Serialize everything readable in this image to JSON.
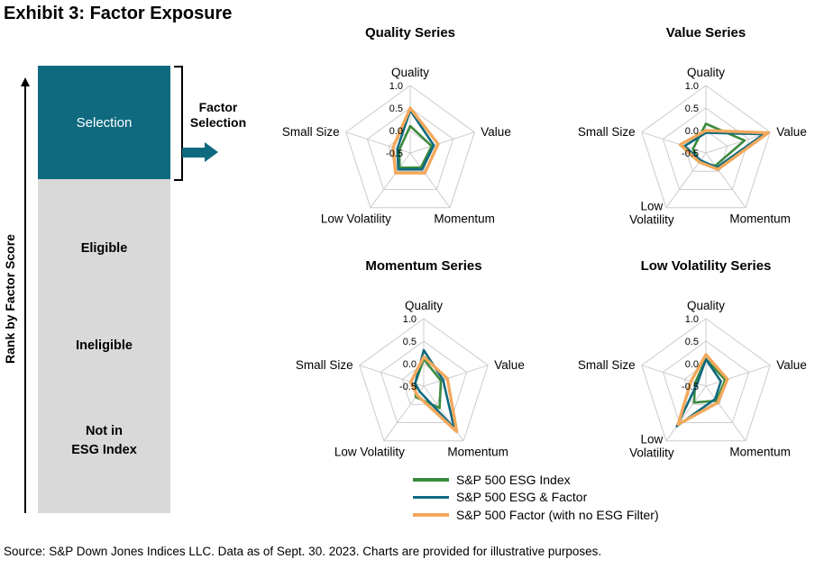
{
  "title": "Exhibit 3: Factor Exposure",
  "source": "Source: S&P Down Jones Indices LLC. Data as of Sept. 30. 2023. Charts are provided for illustrative purposes.",
  "funnel": {
    "axis_label": "Rank by Factor Score",
    "callout": "Factor\nSelection",
    "selection_color": "#0f6a80",
    "gray_color": "#d9d9d9",
    "sections": [
      {
        "label": "Selection"
      },
      {
        "label": "Eligible"
      },
      {
        "label": "Ineligible"
      },
      {
        "label": "Not in\nESG Index"
      }
    ]
  },
  "legend": {
    "items": [
      {
        "label": "S&P 500 ESG Index",
        "color": "#3a8a3c"
      },
      {
        "label": "S&P 500 ESG & Factor",
        "color": "#0f6a80"
      },
      {
        "label": "S&P 500 Factor (with no ESG Filter)",
        "color": "#f2a85c"
      }
    ]
  },
  "chart_data": [
    {
      "type": "radar",
      "title": "Quality Series",
      "axes": [
        "Quality",
        "Value",
        "Momentum",
        "Low Volatility",
        "Small Size"
      ],
      "ticks": [
        1.0,
        0.5,
        0.0,
        -0.5
      ],
      "range": [
        -0.5,
        1.0
      ],
      "grid": true,
      "series": [
        {
          "name": "S&P 500 ESG Index",
          "color": "#3a8a3c",
          "values": [
            0.1,
            0.0,
            -0.1,
            -0.1,
            -0.25
          ]
        },
        {
          "name": "S&P 500 ESG & Factor",
          "color": "#0f6a80",
          "values": [
            0.45,
            0.05,
            -0.05,
            -0.05,
            -0.2
          ]
        },
        {
          "name": "S&P 500 Factor (with no ESG Filter)",
          "color": "#f2a85c",
          "values": [
            0.5,
            0.15,
            0.05,
            0.05,
            -0.1
          ]
        }
      ]
    },
    {
      "type": "radar",
      "title": "Value Series",
      "axes": [
        "Quality",
        "Value",
        "Momentum",
        "Low\nVolatility",
        "Small Size"
      ],
      "ticks": [
        1.0,
        0.5,
        0.0,
        -0.5
      ],
      "range": [
        -0.5,
        1.0
      ],
      "grid": true,
      "series": [
        {
          "name": "S&P 500 ESG Index",
          "color": "#3a8a3c",
          "values": [
            0.15,
            0.4,
            -0.15,
            -0.25,
            -0.2
          ]
        },
        {
          "name": "S&P 500 ESG & Factor",
          "color": "#0f6a80",
          "values": [
            -0.05,
            0.85,
            -0.1,
            -0.3,
            0.0
          ]
        },
        {
          "name": "S&P 500 Factor (with no ESG Filter)",
          "color": "#f2a85c",
          "values": [
            0.0,
            0.95,
            -0.05,
            -0.25,
            0.1
          ]
        }
      ]
    },
    {
      "type": "radar",
      "title": "Momentum Series",
      "axes": [
        "Quality",
        "Value",
        "Momentum",
        "Low Volatility",
        "Small Size"
      ],
      "ticks": [
        1.0,
        0.5,
        0.0,
        -0.5
      ],
      "range": [
        -0.5,
        1.0
      ],
      "grid": true,
      "series": [
        {
          "name": "S&P 500 ESG Index",
          "color": "#3a8a3c",
          "values": [
            0.1,
            -0.1,
            0.1,
            -0.2,
            -0.3
          ]
        },
        {
          "name": "S&P 500 ESG & Factor",
          "color": "#0f6a80",
          "values": [
            0.3,
            -0.05,
            0.65,
            -0.35,
            -0.3
          ]
        },
        {
          "name": "S&P 500 Factor (with no ESG Filter)",
          "color": "#f2a85c",
          "values": [
            0.15,
            0.05,
            0.75,
            -0.25,
            -0.2
          ]
        }
      ]
    },
    {
      "type": "radar",
      "title": "Low Volatility Series",
      "axes": [
        "Quality",
        "Value",
        "Momentum",
        "Low\nVolatility",
        "Small Size"
      ],
      "ticks": [
        1.0,
        0.5,
        0.0,
        -0.5
      ],
      "range": [
        -0.5,
        1.0
      ],
      "grid": true,
      "series": [
        {
          "name": "S&P 500 ESG Index",
          "color": "#3a8a3c",
          "values": [
            0.1,
            -0.05,
            -0.1,
            -0.05,
            -0.25
          ]
        },
        {
          "name": "S&P 500 ESG & Factor",
          "color": "#0f6a80",
          "values": [
            0.1,
            -0.15,
            -0.15,
            0.6,
            -0.3
          ]
        },
        {
          "name": "S&P 500 Factor (with no ESG Filter)",
          "color": "#f2a85c",
          "values": [
            0.2,
            0.0,
            -0.05,
            0.55,
            -0.15
          ]
        }
      ]
    }
  ]
}
